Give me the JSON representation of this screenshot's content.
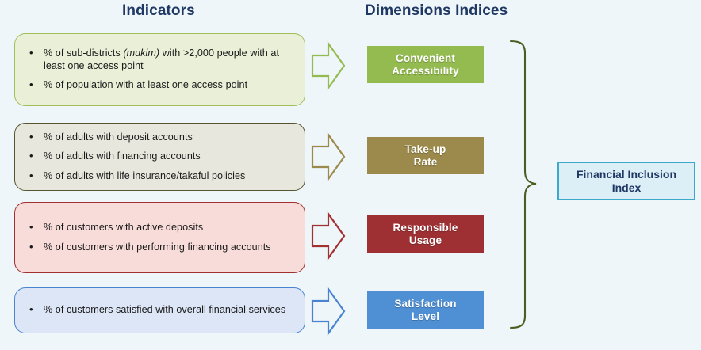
{
  "headings": {
    "indicators": "Indicators",
    "dimensions": "Dimensions Indices"
  },
  "indicator_groups": [
    {
      "id": "convenient-accessibility",
      "fill_color": "#eaf0d8",
      "border_color": "#a3bd58",
      "items": [
        {
          "pre": "% of sub-districts ",
          "italic": "(mukim)",
          "post": " with >2,000 people with at least one access point"
        },
        {
          "pre": "% of population with at least one access point",
          "italic": "",
          "post": ""
        }
      ]
    },
    {
      "id": "take-up-rate",
      "fill_color": "#e8e7dd",
      "border_color": "#56552e",
      "items": [
        {
          "pre": "% of adults with deposit accounts",
          "italic": "",
          "post": ""
        },
        {
          "pre": "% of adults with financing accounts",
          "italic": "",
          "post": ""
        },
        {
          "pre": "% of adults with life insurance/takaful policies",
          "italic": "",
          "post": ""
        }
      ]
    },
    {
      "id": "responsible-usage",
      "fill_color": "#f7dcd9",
      "border_color": "#a33030",
      "items": [
        {
          "pre": "% of customers with active deposits",
          "italic": "",
          "post": ""
        },
        {
          "pre": "% of customers with performing financing accounts",
          "italic": "",
          "post": ""
        }
      ]
    },
    {
      "id": "satisfaction-level",
      "fill_color": "#dce6f6",
      "border_color": "#4a84d0",
      "items": [
        {
          "pre": "% of customers satisfied with overall financial services",
          "italic": "",
          "post": ""
        }
      ]
    }
  ],
  "arrows": [
    {
      "name": "arrow-convenient-accessibility",
      "color": "#94bb50"
    },
    {
      "name": "arrow-take-up-rate",
      "color": "#9b8a4b"
    },
    {
      "name": "arrow-responsible-usage",
      "color": "#a33030"
    },
    {
      "name": "arrow-satisfaction-level",
      "color": "#4a84d0"
    }
  ],
  "dimension_indices": [
    {
      "line1": "Convenient",
      "line2": "Accessibility",
      "color": "#94bb50"
    },
    {
      "line1": "Take-up",
      "line2": "Rate",
      "color": "#9b8a4b"
    },
    {
      "line1": "Responsible",
      "line2": "Usage",
      "color": "#9e3033"
    },
    {
      "line1": "Satisfaction",
      "line2": "Level",
      "color": "#4f8fd4"
    }
  ],
  "brace": {
    "name": "grouping-brace",
    "color": "#4b5e22"
  },
  "final_index": {
    "line1": "Financial Inclusion",
    "line2": "Index",
    "fill_color": "#dceef6",
    "border_color": "#3ba8cc",
    "text_color": "#1f3864"
  }
}
